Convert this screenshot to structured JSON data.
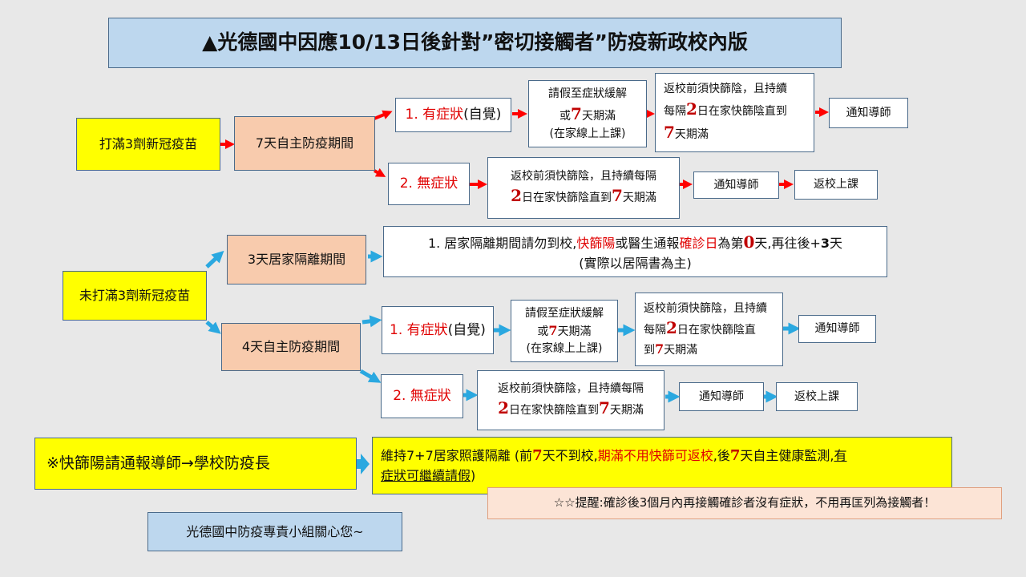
{
  "title": "▲光德國中因應10/13日後針對”密切接觸者”防疫新政校內版",
  "vaccinated": {
    "label": "打滿3劑新冠疫苗",
    "period": "7天自主防疫期間",
    "symptom": {
      "label_num": "1. 有症狀",
      "label_note": "(自覺)",
      "leave_1": "請假至症狀緩解",
      "leave_2a": "或",
      "leave_2num": "7",
      "leave_2b": "天期滿",
      "leave_3": "(在家線上上課)",
      "test_1": "返校前須快篩陰，且持續",
      "test_2a": "每隔",
      "test_2num": "2",
      "test_2b": "日在家快篩陰直到",
      "test_3num": "7",
      "test_3b": "天期滿",
      "notify": "通知導師"
    },
    "nosymptom": {
      "label": "2. 無症狀",
      "test_1": "返校前須快篩陰，且持續每隔",
      "test_2num": "2",
      "test_2a": "日在家快篩陰直到",
      "test_2num2": "7",
      "test_2b": "天期滿",
      "notify": "通知導師",
      "return": "返校上課"
    }
  },
  "unvaccinated": {
    "label": "未打滿3劑新冠疫苗",
    "quarantine": "3天居家隔離期間",
    "quarantine_note": {
      "a": "1. 居家隔離期間請勿到校,",
      "b": "快篩陽",
      "c": "或醫生通報",
      "d": "確診日",
      "e": "為第",
      "f": "0",
      "g": "天,再往後+",
      "h": "3",
      "i": "天",
      "line2": "(實際以居隔書為主)"
    },
    "period": "4天自主防疫期間",
    "symptom": {
      "label_num": "1. 有症狀",
      "label_note": "(自覺)",
      "leave_1": "請假至症狀緩解",
      "leave_2a": "或",
      "leave_2num": "7",
      "leave_2b": "天期滿",
      "leave_3": "(在家線上上課)",
      "test_1": "返校前須快篩陰，且持續",
      "test_2a": "每隔",
      "test_2num": "2",
      "test_2b": "日在家快篩陰直",
      "test_3a": "到",
      "test_3num": "7",
      "test_3b": "天期滿",
      "notify": "通知導師"
    },
    "nosymptom": {
      "label": "2. 無症狀",
      "test_1": "返校前須快篩陰，且持續每隔",
      "test_2num": "2",
      "test_2a": "日在家快篩陰直到",
      "test_2num2": "7",
      "test_2b": "天期滿",
      "notify": "通知導師",
      "return": "返校上課"
    }
  },
  "positive_notice": "※快篩陽請通報導師→學校防疫長",
  "maintain": {
    "a": "維持7+7居家照護隔離 (前",
    "b": "7",
    "c": "天不到校,",
    "d": "期滿不用快篩可返校",
    "e": ",後",
    "f": "7",
    "g": "天自主健康監測,",
    "h": "有",
    "i": "症狀可繼續請假",
    "j": ")"
  },
  "reminder": "☆☆提醒:確診後3個月內再接觸確診者沒有症狀，不用再匡列為接觸者！",
  "footer": "光德國中防疫專責小組關心您~",
  "colors": {
    "red_arrow": "#ff0000",
    "blue_arrow": "#2aa8e0",
    "yellow": "#ffff00",
    "peach": "#f8cbad",
    "title_blue": "#bdd7ee"
  }
}
